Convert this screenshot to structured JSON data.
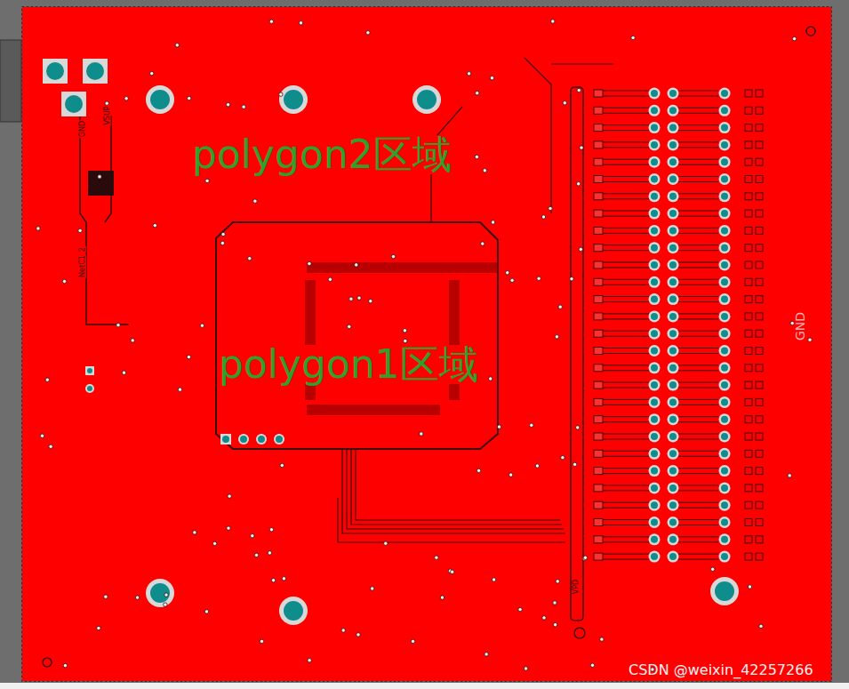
{
  "diagram": {
    "labels": [
      "polygon2区域",
      "polygon1区域",
      "GND",
      "CSDN @weixin_42257266",
      "GND",
      "VSUP",
      "NetC1_2",
      "VPD"
    ]
  }
}
